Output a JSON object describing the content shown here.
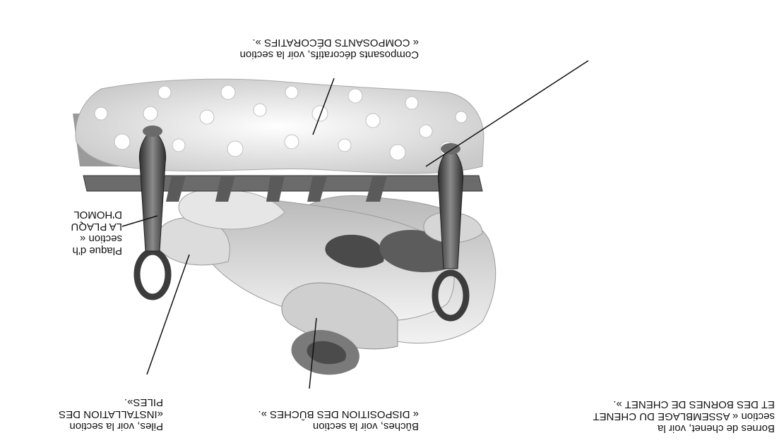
{
  "labels": {
    "bornes": "Bornes de chenet, voir la\nsection « ASSEMBLAGE DU CHENET\nET DES BORNES DE CHENET ».",
    "plaque": "Plaque d'h\nsection «\nLA PLAQU\nD'HOMOL",
    "composants": "Composants décoratifs, voir la section\n« COMPOSANTS DÉCORATIFS ».",
    "buches": "Bûches, voir la section\n« DISPOSITION DES BÛCHES ».",
    "piles": "Piles, voir la section\n«INSTALLATION DES\nPILES»."
  },
  "colors": {
    "line": "#111111",
    "log": "#d8d8d8",
    "glass": "#efefef",
    "bar": "#6b6b6b",
    "andiron": "#5a5a5a"
  }
}
